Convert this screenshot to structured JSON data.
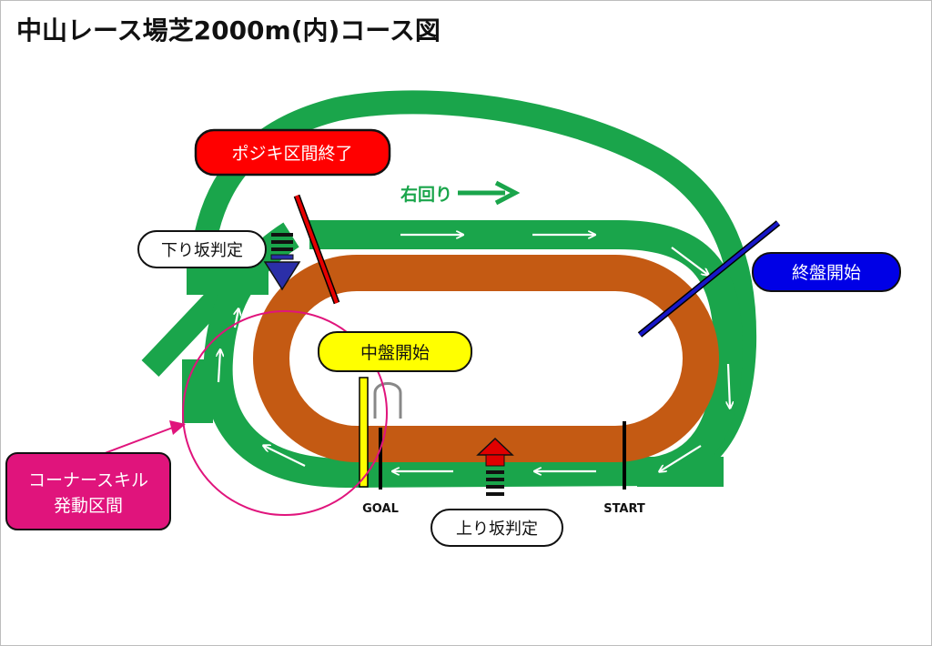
{
  "title": "中山レース場芝2000m(内)コース図",
  "direction_label": "右回り",
  "labels": {
    "pojiki_end": "ポジキ区間終了",
    "downhill_check": "下り坂判定",
    "late_start": "終盤開始",
    "mid_start": "中盤開始",
    "corner_skill_line1": "コーナースキル",
    "corner_skill_line2": "発動区間",
    "uphill_check": "上り坂判定",
    "goal": "GOAL",
    "start": "START"
  },
  "colors": {
    "green_track": "#1aa54b",
    "dirt_track": "#c45a13",
    "red_box": "#ff0000",
    "blue_box": "#0000e6",
    "yellow_box": "#ffff00",
    "magenta_box": "#e0147c",
    "magenta_circle": "#e0147c",
    "downhill_arrow": "#2b2fa8",
    "uphill_arrow": "#e00000"
  },
  "icons": [
    "right-arrow-icon",
    "down-arrow-icon",
    "up-arrow-icon",
    "gate-icon"
  ]
}
